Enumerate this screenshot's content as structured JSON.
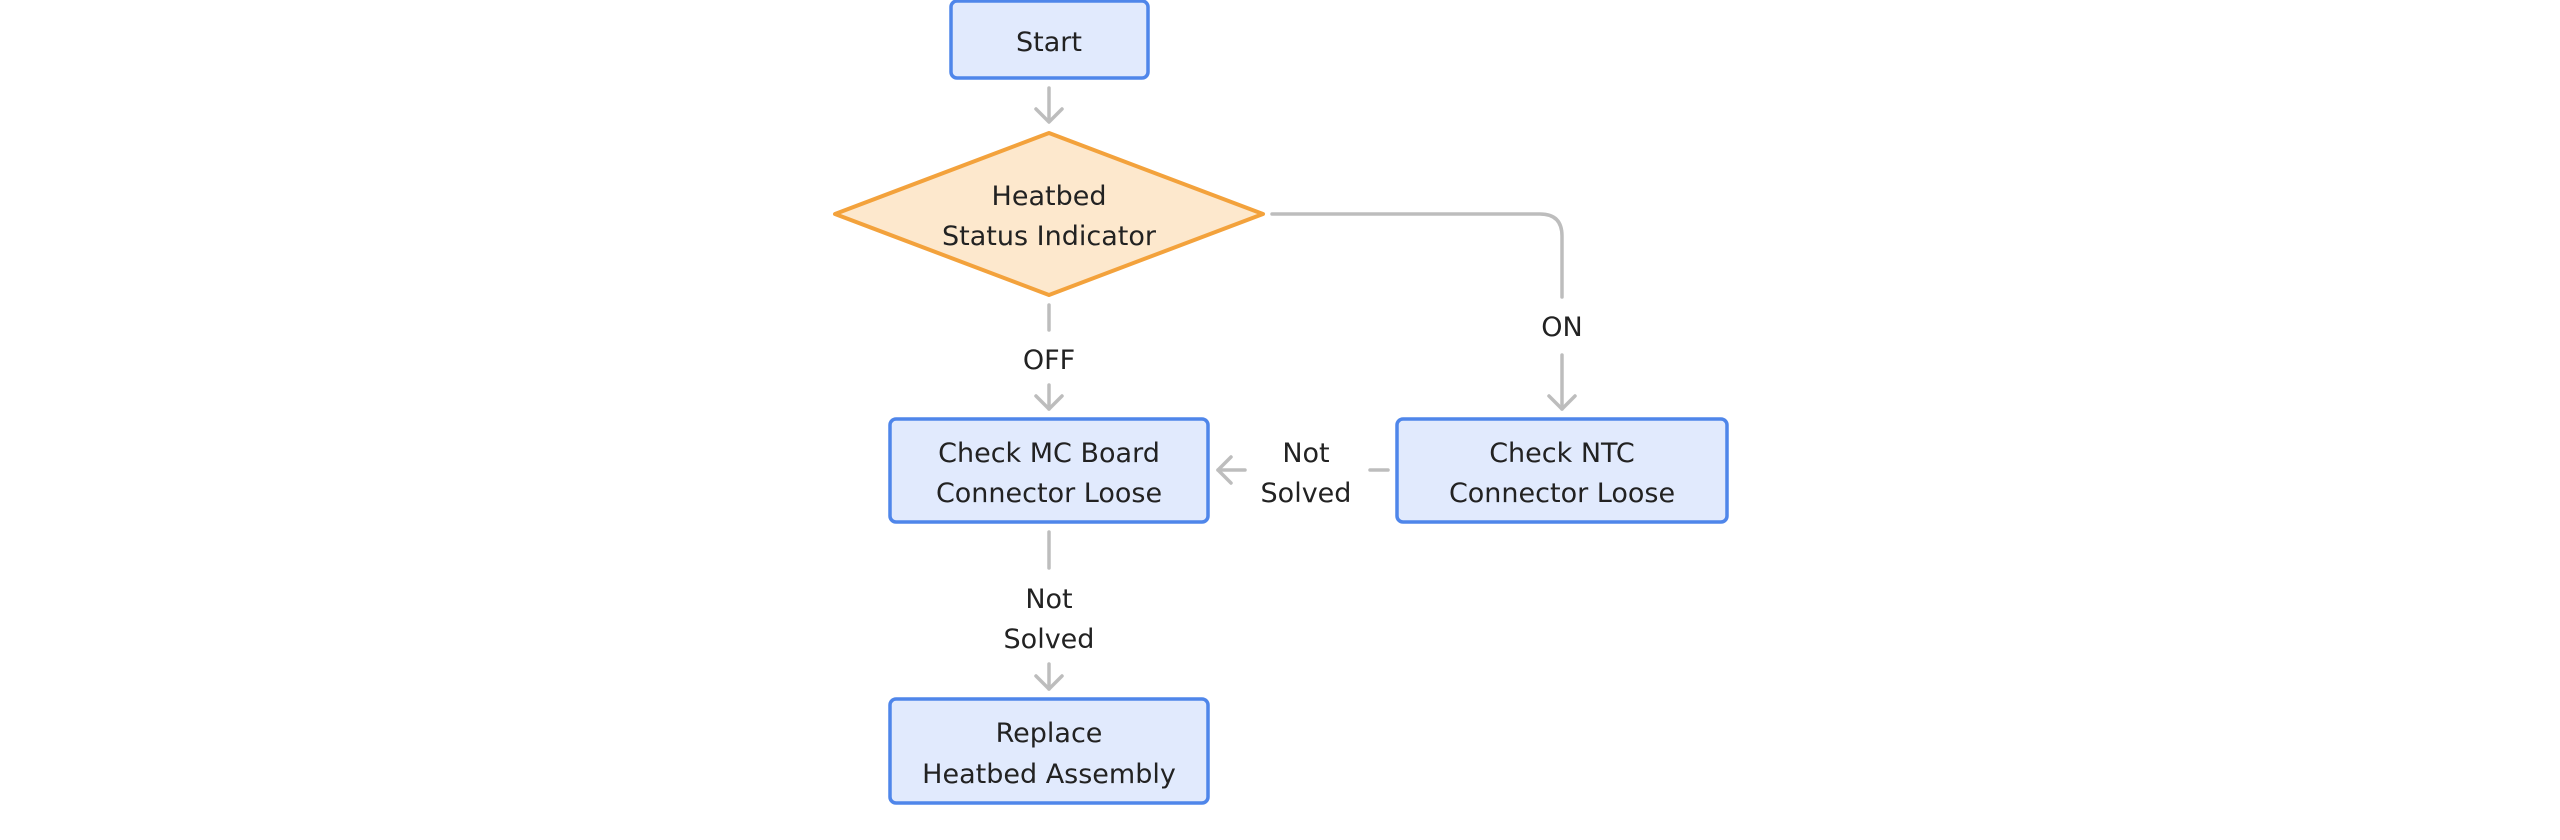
{
  "nodes": {
    "start": {
      "label": "Start"
    },
    "heatbed_status": {
      "line1": "Heatbed",
      "line2": "Status Indicator"
    },
    "check_mc_board": {
      "line1": "Check MC Board",
      "line2": "Connector Loose"
    },
    "check_ntc": {
      "line1": "Check NTC",
      "line2": "Connector Loose"
    },
    "replace_heatbed": {
      "line1": "Replace",
      "line2": "Heatbed Assembly"
    }
  },
  "edges": {
    "status_to_mc_board": {
      "label": "OFF"
    },
    "status_to_ntc": {
      "label": "ON"
    },
    "ntc_to_mc_board": {
      "line1": "Not",
      "line2": "Solved"
    },
    "mc_board_to_replace": {
      "line1": "Not",
      "line2": "Solved"
    }
  },
  "colors": {
    "process_fill": "#e1eafd",
    "process_stroke": "#4f86ea",
    "decision_fill": "#fde8cd",
    "decision_stroke": "#f3a23c",
    "edge": "#bdbdbd",
    "text": "#222222"
  }
}
